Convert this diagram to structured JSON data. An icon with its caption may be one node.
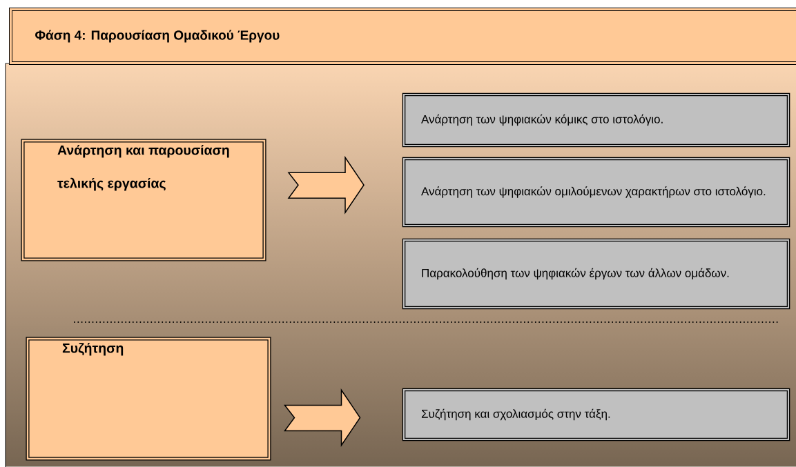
{
  "diagram": {
    "title": "Φάση 4: Παρουσίαση Ομαδικού Έργου",
    "nodes": [
      {
        "text": [
          "Ανάρτηση και παρουσίαση τελικής εργασίας"
        ]
      },
      {
        "text": [
          "Ανάρτηση των ψηφιακών κόμικς στο ιστολόγιο."
        ]
      },
      {
        "text": [
          "Ανάρτηση των ψηφιακών ομιλούμενων χαρακτήρων στο ιστολόγιο."
        ]
      },
      {
        "text": [
          "Παρακολούθηση των ψηφιακών έργων των άλλων ομάδων."
        ]
      },
      {
        "text": [
          "Συζήτηση"
        ]
      },
      {
        "text": [
          "Συζήτηση και σχολιασμός στην τάξη."
        ]
      }
    ],
    "edges": [
      {
        "from": 0,
        "to": 2,
        "arrow": "to"
      },
      {
        "from": 4,
        "to": 5,
        "arrow": "to"
      }
    ]
  }
}
